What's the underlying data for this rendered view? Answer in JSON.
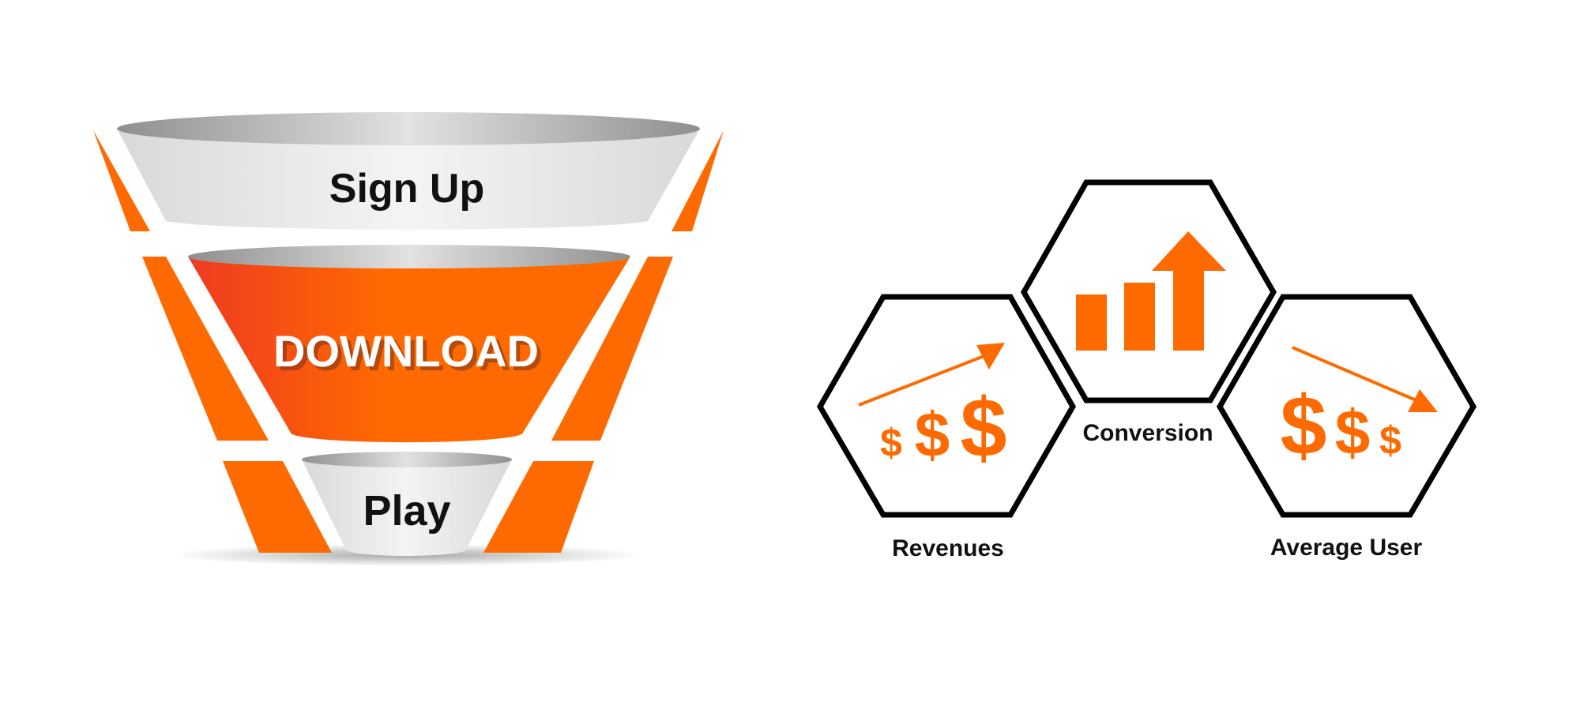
{
  "funnel": {
    "stages": [
      {
        "label": "Sign Up"
      },
      {
        "label": "DOWNLOAD"
      },
      {
        "label": "Play"
      }
    ]
  },
  "metrics": {
    "revenues": {
      "label": "Revenues",
      "symbols": [
        "$",
        "$",
        "$"
      ]
    },
    "conversion": {
      "label": "Conversion"
    },
    "average_user": {
      "label": "Average User",
      "symbols": [
        "$",
        "$",
        "$"
      ]
    }
  },
  "colors": {
    "accent": "#ff6a00",
    "accent_dark": "#ef3a22",
    "silver_light": "#f2f2f2",
    "silver_mid": "#d6d6d6",
    "silver_dark": "#9a9a9a",
    "text_dark": "#111111",
    "outline": "#000000"
  }
}
